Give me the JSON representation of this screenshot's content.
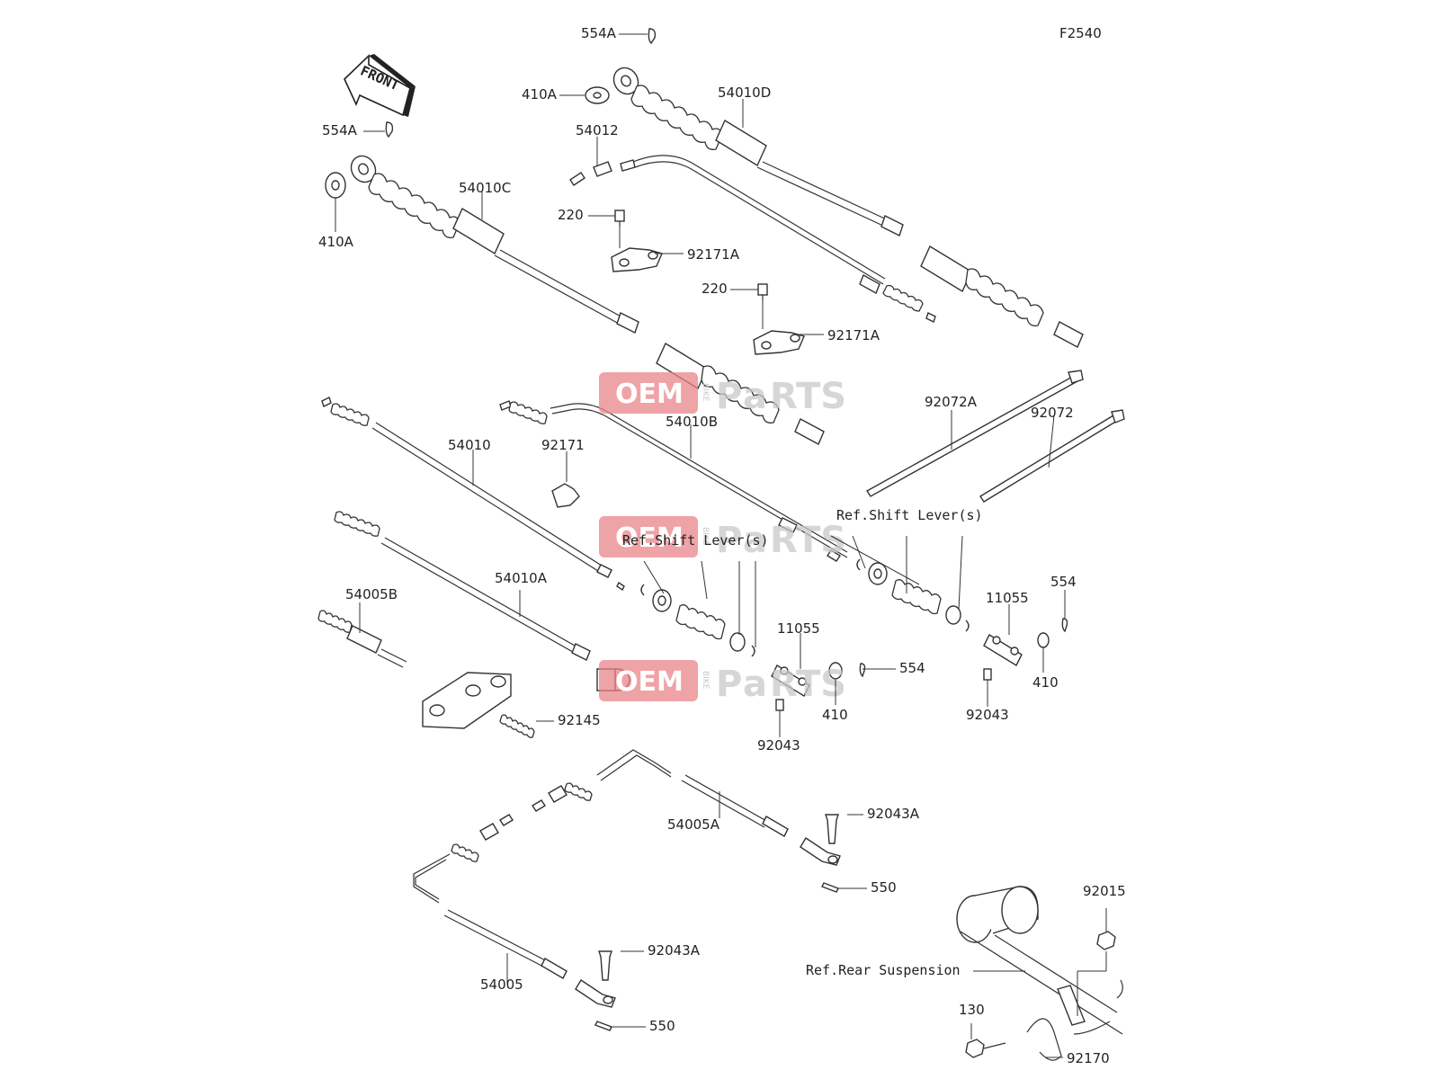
{
  "figure_code": "F2540",
  "front_arrow_text": "FRONT",
  "watermark": {
    "oem": "OEM",
    "bike": "BIKE",
    "parts_p": "P",
    "parts_a": "a",
    "parts_rts": "RTS"
  },
  "parts": {
    "p554A_top": "554A",
    "p410A_top": "410A",
    "p54010D": "54010D",
    "p554A_left": "554A",
    "p54012": "54012",
    "p410A_left": "410A",
    "p54010C": "54010C",
    "p220_a": "220",
    "p92171A_a": "92171A",
    "p220_b": "220",
    "p92171A_b": "92171A",
    "p92072A": "92072A",
    "p92072": "92072",
    "p54010B": "54010B",
    "p54010": "54010",
    "p92171": "92171",
    "ref_shift_1": "Ref.Shift Lever(s)",
    "ref_shift_2": "Ref.Shift Lever(s)",
    "p554_right": "554",
    "p11055_right": "11055",
    "p54010A": "54010A",
    "p54005B": "54005B",
    "p11055_mid": "11055",
    "p554_mid": "554",
    "p410_right": "410",
    "p92043_right": "92043",
    "p410_mid": "410",
    "p92145": "92145",
    "p92043_mid": "92043",
    "p92043A_a": "92043A",
    "p54005A": "54005A",
    "p550_a": "550",
    "p92015": "92015",
    "p92043A_b": "92043A",
    "ref_rear_susp": "Ref.Rear Suspension",
    "p54005": "54005",
    "p130": "130",
    "p550_b": "550",
    "p92170": "92170"
  }
}
